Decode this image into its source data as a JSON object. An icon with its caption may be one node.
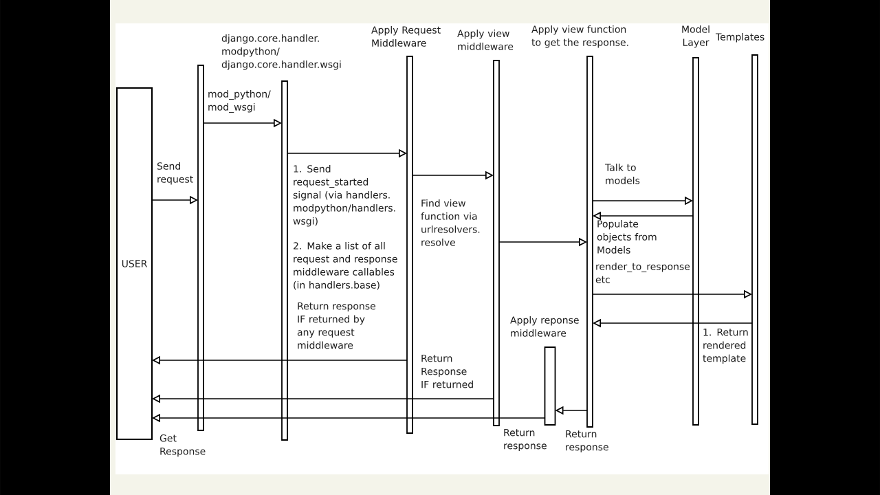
{
  "diagram": {
    "nodes": [
      {
        "text": [
          "USER"
        ]
      },
      {
        "text": [],
        "shape": "bar"
      },
      {
        "text": [
          "django.core.handler. modpython/ django.core.handler.wsgi"
        ]
      },
      {
        "text": [
          "Apply Request Middleware"
        ]
      },
      {
        "text": [
          "Apply view middleware"
        ]
      },
      {
        "text": [
          "Apply view function to get the response."
        ]
      },
      {
        "text": [
          "Model Layer"
        ]
      },
      {
        "text": [
          "Templates"
        ]
      },
      {
        "text": [
          "Apply reponse middleware"
        ]
      }
    ],
    "edges": [
      {
        "from": 0,
        "to": 1,
        "arrow": "to",
        "label": "Send request"
      },
      {
        "from": 1,
        "to": 2,
        "arrow": "to",
        "label": "mod_python/ mod_wsgi"
      },
      {
        "from": 2,
        "to": 3,
        "arrow": "to"
      },
      {
        "from": 3,
        "to": 4,
        "arrow": "to"
      },
      {
        "from": 4,
        "to": 5,
        "arrow": "to"
      },
      {
        "from": 5,
        "to": 6,
        "arrow": "to",
        "label": "Talk to models"
      },
      {
        "from": 6,
        "to": 5,
        "arrow": "to",
        "label": "Populate objects from Models"
      },
      {
        "from": 5,
        "to": 7,
        "arrow": "to",
        "label": "render_to_response etc"
      },
      {
        "from": 7,
        "to": 5,
        "arrow": "to",
        "label": "1. Return rendered template"
      },
      {
        "from": 5,
        "to": 8,
        "arrow": "to",
        "label": "Return response"
      },
      {
        "from": 8,
        "to": 0,
        "arrow": "to",
        "label": "Return response"
      },
      {
        "from": 4,
        "to": 0,
        "arrow": "to",
        "label": "Return Response IF returned"
      },
      {
        "from": 3,
        "to": 0,
        "arrow": "to",
        "label": "Return response IF returned by any request middleware"
      }
    ],
    "labels": [
      "1. Send request_started signal (via handlers. modpython/handlers. wsgi)",
      "2. Make a list of all request and response middleware callables (in handlers.base)",
      "Find view function via urlresolvers. resolve",
      "Get Response"
    ]
  }
}
